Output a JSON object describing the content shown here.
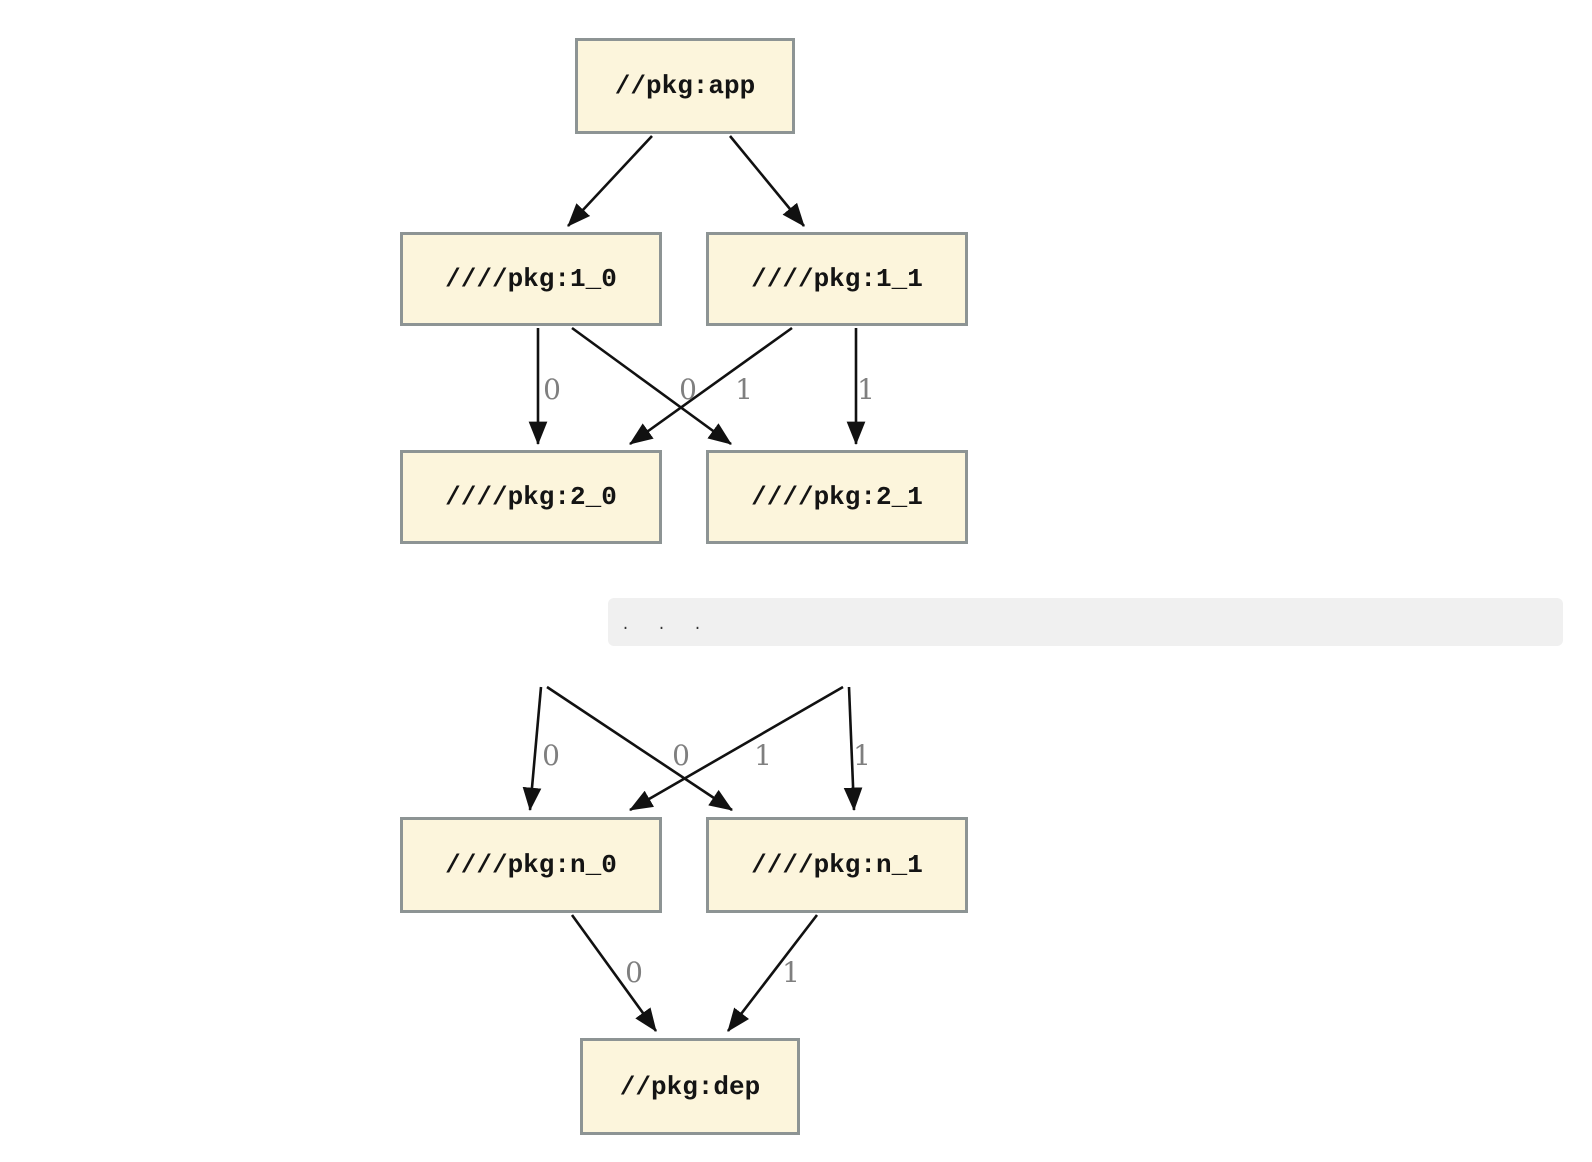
{
  "diagram": {
    "type": "dependency-graph",
    "nodes": {
      "app": "//pkg:app",
      "v1_0": "////pkg:1_0",
      "v1_1": "////pkg:1_1",
      "v2_0": "////pkg:2_0",
      "v2_1": "////pkg:2_1",
      "vn_0": "////pkg:n_0",
      "vn_1": "////pkg:n_1",
      "dep": "//pkg:dep"
    },
    "ellipsis": ". . .",
    "edge_labels": {
      "l_1_0_to_2_0": "0",
      "l_1_1_to_2_0": "0",
      "l_1_0_to_2_1": "1",
      "l_1_1_to_2_1": "1",
      "l_to_n_0_a": "0",
      "l_to_n_0_b": "0",
      "l_to_n_1_a": "1",
      "l_to_n_1_b": "1",
      "l_n_0_to_dep": "0",
      "l_n_1_to_dep": "1"
    },
    "colors": {
      "node_fill": "#fcf5dc",
      "node_border": "#8d9494",
      "edge": "#111111",
      "edge_label": "#7f7f7f",
      "band_bg": "#f0f0f0",
      "band_text": "#333333",
      "node_text": "#141414"
    }
  }
}
